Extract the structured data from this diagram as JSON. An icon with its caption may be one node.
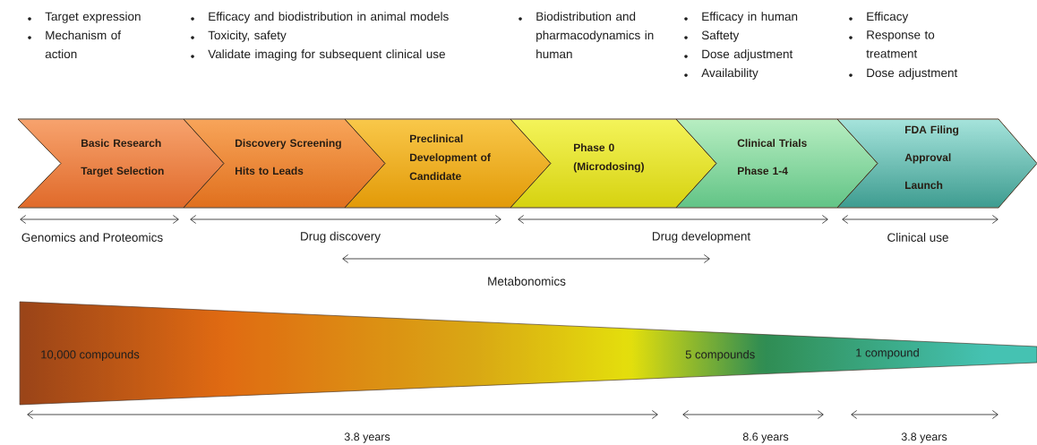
{
  "diagram": {
    "nodes": [
      {
        "text": [
          "Basic Research",
          "Target Selection"
        ]
      },
      {
        "text": [
          "Discovery Screening",
          "Hits to Leads"
        ]
      },
      {
        "text": [
          "Preclinical Development of Candidate"
        ]
      },
      {
        "text": [
          "Phase 0 (Microdosing)"
        ]
      },
      {
        "text": [
          "Clinical Trials",
          "Phase 1-4"
        ]
      },
      {
        "text": [
          "FDA Filing",
          "Approval",
          "Launch"
        ]
      },
      {
        "text": [
          "10,000 compounds",
          "5 compounds",
          "1 compound"
        ]
      }
    ],
    "labels": [
      "Target expression",
      "Mechanism of action",
      "Efficacy and biodistribution in animal models",
      "Toxicity, safety",
      "Validate imaging for subsequent clinical use",
      "Biodistribution and pharmacodynamics in human",
      "Efficacy in human",
      "Saftety",
      "Dose adjustment",
      "Availability",
      "Efficacy",
      "Response to treatment",
      "Dose adjustment",
      "Genomics and Proteomics",
      "Drug discovery",
      "Drug development",
      "Clinical use",
      "Metabonomics",
      "3.8 years",
      "8.6 years",
      "3.8 years"
    ]
  }
}
